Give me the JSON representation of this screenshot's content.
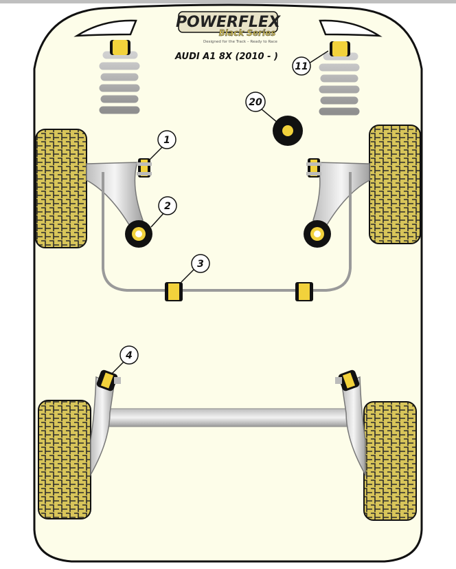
{
  "brand": {
    "name": "POWERFLEX",
    "series": "Black Series",
    "tagline": "Designed for the Track – Ready to Race"
  },
  "vehicle": {
    "title": "AUDI A1 8X (2010 - )"
  },
  "callouts": [
    {
      "id": "1",
      "label": "1"
    },
    {
      "id": "2",
      "label": "2"
    },
    {
      "id": "3",
      "label": "3"
    },
    {
      "id": "4",
      "label": "4"
    },
    {
      "id": "11",
      "label": "11"
    },
    {
      "id": "20",
      "label": "20"
    }
  ],
  "colors": {
    "body_fill": "#fdfde9",
    "outline": "#111111",
    "tyre_fill": "#d8c55a",
    "tyre_grid": "#2b2b2b",
    "metal": "#e6e6e6",
    "metal_shadow": "#8a8a8a",
    "bush_yellow": "#f2d23c",
    "bush_dark": "#111111",
    "spring": "#a9a9a9",
    "top_bar": "#bfbfbf"
  }
}
